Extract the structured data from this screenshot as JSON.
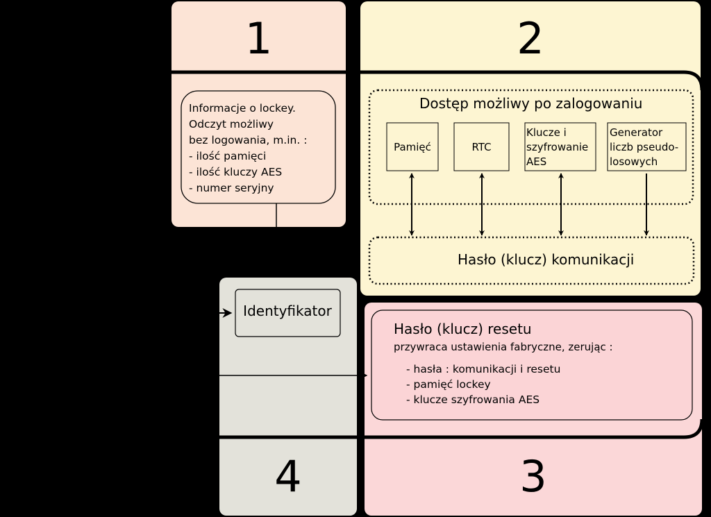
{
  "diagram": {
    "panels": [
      {
        "id": "1",
        "number": "1"
      },
      {
        "id": "2",
        "number": "2"
      },
      {
        "id": "3",
        "number": "3"
      },
      {
        "id": "4",
        "number": "4"
      }
    ],
    "info_box": {
      "lines": [
        "Informacje o lockey.",
        "Odczyt możliwy",
        "bez logowania, m.in. :",
        " - ilość pamięci",
        " - ilość kluczy AES",
        " - numer seryjny"
      ]
    },
    "access_group": {
      "title": "Dostęp możliwy po zalogowaniu",
      "modules": [
        {
          "lines": [
            "Pamięć"
          ]
        },
        {
          "lines": [
            "RTC"
          ]
        },
        {
          "lines": [
            "Klucze i",
            "szyfrowanie",
            "AES"
          ]
        },
        {
          "lines": [
            "Generator",
            "liczb pseudo-",
            "losowych"
          ]
        }
      ]
    },
    "comm_key": {
      "label": "Hasło (klucz) komunikacji"
    },
    "identifier": {
      "label": "Identyfikator"
    },
    "reset_key": {
      "title": "Hasło (klucz) resetu",
      "description": "przywraca ustawienia fabryczne, zerując :",
      "items": [
        "- hasła : komunikacji i resetu",
        "- pamięć lockey",
        "- klucze szyfrowania AES"
      ]
    },
    "colors": {
      "background": "#000000",
      "panel1": "#fce4d6",
      "panel2": "#fdf5d2",
      "panel3": "#fbd7d8",
      "panel4": "#e3e2da",
      "reset_box": "#fbd4d6",
      "line": "#000000"
    }
  }
}
